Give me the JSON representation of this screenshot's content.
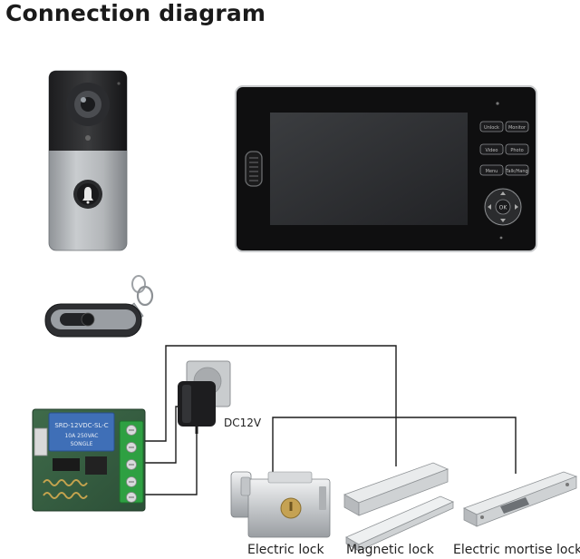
{
  "title": "Connection diagram",
  "power_label": "DC12V",
  "locks": [
    {
      "label": "Electric lock"
    },
    {
      "label": "Magnetic lock"
    },
    {
      "label": "Electric mortise lock"
    }
  ],
  "monitor": {
    "buttons": [
      "Unlock",
      "Monitor",
      "Video",
      "Photo",
      "Menu",
      "Talk/Hang"
    ],
    "dpad_center": "OK"
  }
}
